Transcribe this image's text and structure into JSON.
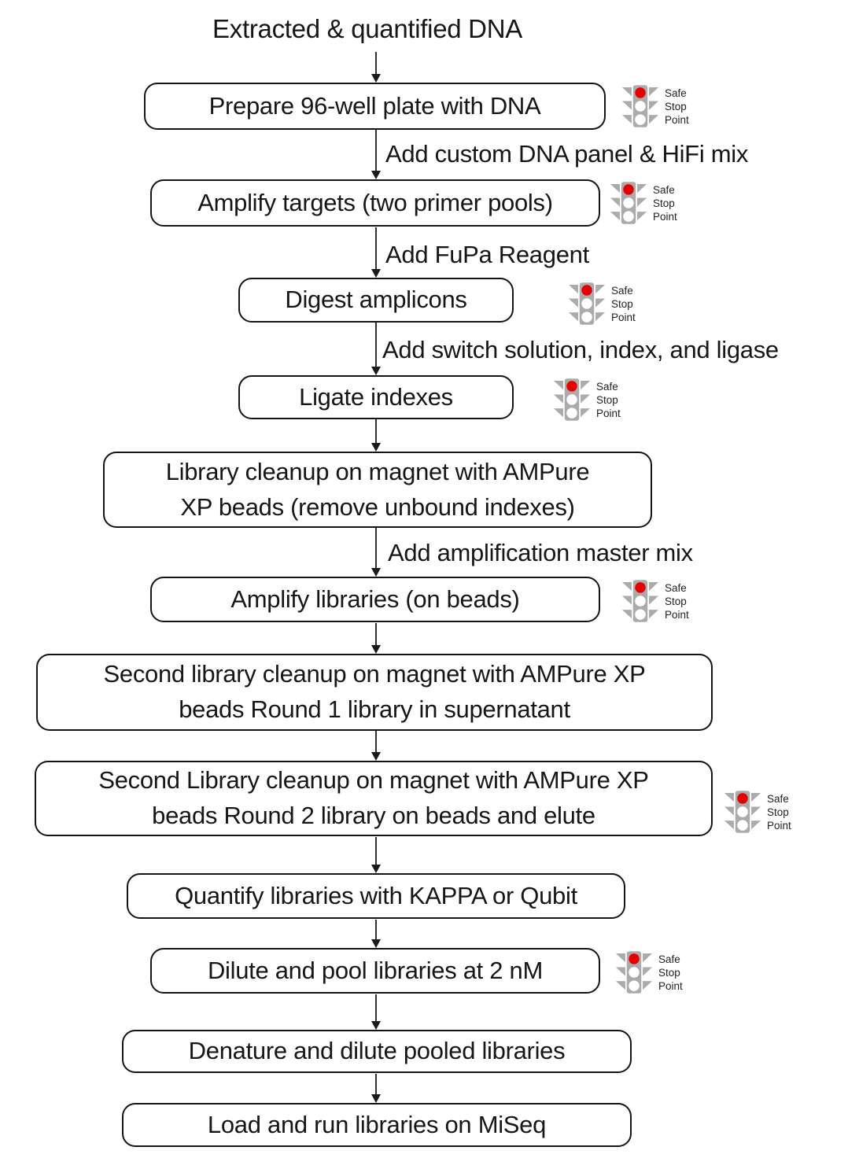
{
  "title": "Extracted & quantified DNA",
  "nodes": [
    {
      "label": "Prepare 96-well plate with DNA"
    },
    {
      "label": "Amplify targets (two primer pools)"
    },
    {
      "label": "Digest amplicons"
    },
    {
      "label": "Ligate indexes"
    },
    {
      "label": "Library cleanup on magnet with AMPure\nXP beads (remove unbound indexes)"
    },
    {
      "label": "Amplify libraries (on beads)"
    },
    {
      "label": "Second library cleanup on magnet with AMPure XP\nbeads Round 1 library in supernatant"
    },
    {
      "label": "Second Library cleanup on magnet with AMPure XP\nbeads Round 2 library on beads and elute"
    },
    {
      "label": "Quantify libraries with KAPPA or Qubit"
    },
    {
      "label": "Dilute and pool libraries at 2 nM"
    },
    {
      "label": "Denature and dilute pooled libraries"
    },
    {
      "label": "Load and run libraries on MiSeq"
    }
  ],
  "edge_labels": [
    "Add custom DNA panel & HiFi mix",
    "Add FuPa Reagent",
    "Add switch solution, index, and ligase",
    "Add amplification master mix"
  ],
  "safe_stop_point": {
    "lines": [
      "Safe",
      "Stop",
      "Point"
    ]
  },
  "colors": {
    "stoplight_red": "#e60000",
    "stoplight_gray": "#ababab",
    "box_border": "#141414",
    "text": "#161616"
  }
}
